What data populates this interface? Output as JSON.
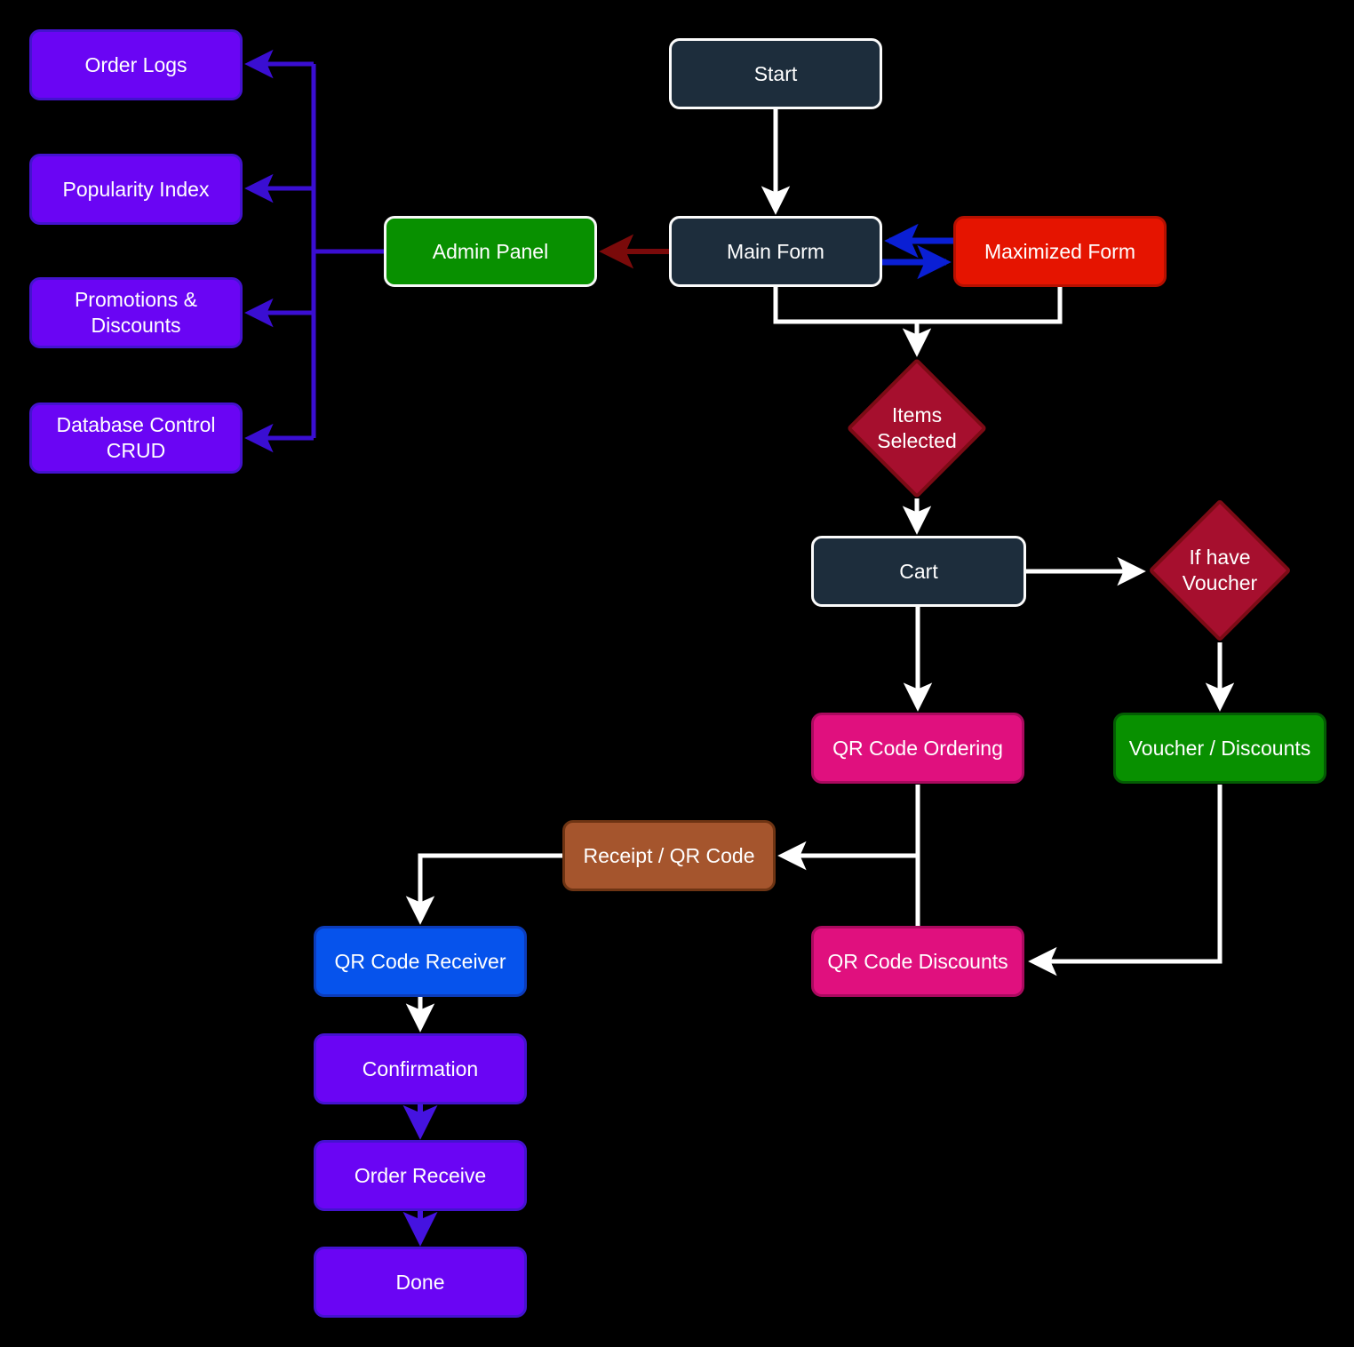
{
  "nodes": {
    "order_logs": {
      "label": "Order Logs"
    },
    "popularity_index": {
      "label": "Popularity Index"
    },
    "promotions_discounts": {
      "label": "Promotions & Discounts"
    },
    "database_control_crud": {
      "label": "Database Control CRUD"
    },
    "admin_panel": {
      "label": "Admin Panel"
    },
    "start": {
      "label": "Start"
    },
    "main_form": {
      "label": "Main Form"
    },
    "maximized_form": {
      "label": "Maximized Form"
    },
    "items_selected": {
      "label": "Items Selected"
    },
    "cart": {
      "label": "Cart"
    },
    "if_have_voucher": {
      "label": "If have Voucher"
    },
    "qr_code_ordering": {
      "label": "QR Code Ordering"
    },
    "voucher_discounts": {
      "label": "Voucher / Discounts"
    },
    "receipt_qr_code": {
      "label": "Receipt / QR Code"
    },
    "qr_code_receiver": {
      "label": "QR Code Receiver"
    },
    "qr_code_discounts": {
      "label": "QR Code Discounts"
    },
    "confirmation": {
      "label": "Confirmation"
    },
    "order_receive": {
      "label": "Order Receive"
    },
    "done": {
      "label": "Done"
    }
  },
  "colors": {
    "background": "#000000",
    "node_navy_fill": "#1d2d3c",
    "node_navy_border": "#fbfbfb",
    "node_purple_fill": "#6a05f4",
    "node_purple_border": "#4413cf",
    "node_green_fill": "#089000",
    "node_red_fill": "#e51400",
    "node_pink_fill": "#e0107e",
    "node_brown_fill": "#a5552d",
    "node_blue_fill": "#0653ec",
    "diamond_fill": "#a60f2e",
    "diamond_border": "#7c0b15",
    "arrow_white": "#ffffff",
    "arrow_purple": "#3a0ed2",
    "arrow_violet": "#4513e0",
    "arrow_blue": "#0a1fd4",
    "arrow_dark_red": "#7a0a0a",
    "text": "#ffffff"
  }
}
